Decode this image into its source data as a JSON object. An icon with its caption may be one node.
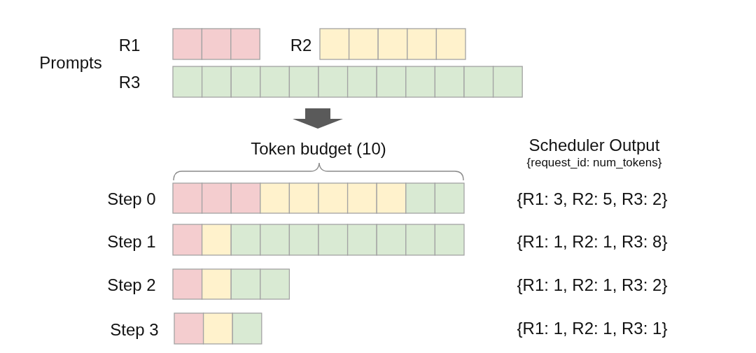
{
  "diagram": {
    "labels": [
      "R1",
      "R2",
      "Prompts",
      "R3",
      "Token budget (10)",
      "Scheduler Output",
      "{request_id: num_tokens}",
      "Step 0",
      "{R1: 3, R2: 5, R3: 2}",
      "Step 1",
      "{R1: 1, R2: 1, R3: 8}",
      "Step 2",
      "{R1: 1, R2: 1, R3: 2}",
      "Step 3",
      "{R1: 1, R2: 1, R3: 1}"
    ]
  }
}
